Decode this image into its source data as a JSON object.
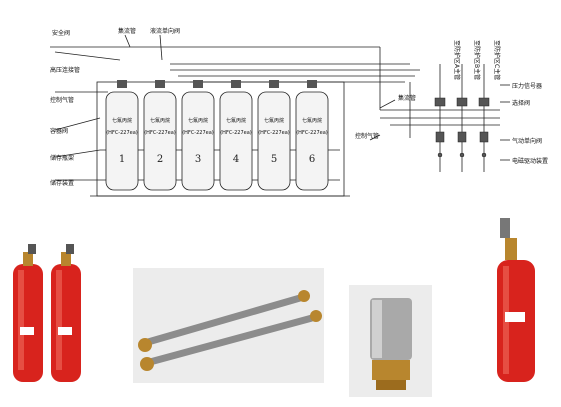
{
  "diagram": {
    "left_labels": [
      "安全阀",
      "高压连接管",
      "控制气管",
      "容器阀",
      "储存瓶架",
      "储存装置"
    ],
    "top_labels": [
      "集流管",
      "液流单向阀"
    ],
    "cylinders": [
      {
        "number": "1",
        "name": "七氟丙烷",
        "spec": "(HFC-227ea)"
      },
      {
        "number": "2",
        "name": "七氟丙烷",
        "spec": "(HFC-227ea)"
      },
      {
        "number": "3",
        "name": "七氟丙烷",
        "spec": "(HFC-227ea)"
      },
      {
        "number": "4",
        "name": "七氟丙烷",
        "spec": "(HFC-227ea)"
      },
      {
        "number": "5",
        "name": "七氟丙烷",
        "spec": "(HFC-227ea)"
      },
      {
        "number": "6",
        "name": "七氟丙烷",
        "spec": "(HFC-227ea)"
      }
    ],
    "right_vertical_labels": [
      "至防护区A主管",
      "至防护区B主管",
      "至防护区C主管"
    ],
    "right_labels": [
      "压力信号器",
      "选择阀",
      "气动单向阀",
      "集流管",
      "控制气管",
      "电磁驱动装置"
    ]
  },
  "colors": {
    "line": "#222222",
    "cylinder_fill": "#f4f4f4",
    "red_cylinder": "#d8231d",
    "metal": "#9a9a9a",
    "brass": "#b8862e"
  },
  "photos": {
    "photo_cylinders_pair": "red-cylinders-pair",
    "photo_hoses": "braided-hoses",
    "photo_valve": "check-valve",
    "photo_single_cylinder": "red-cylinder-single"
  }
}
